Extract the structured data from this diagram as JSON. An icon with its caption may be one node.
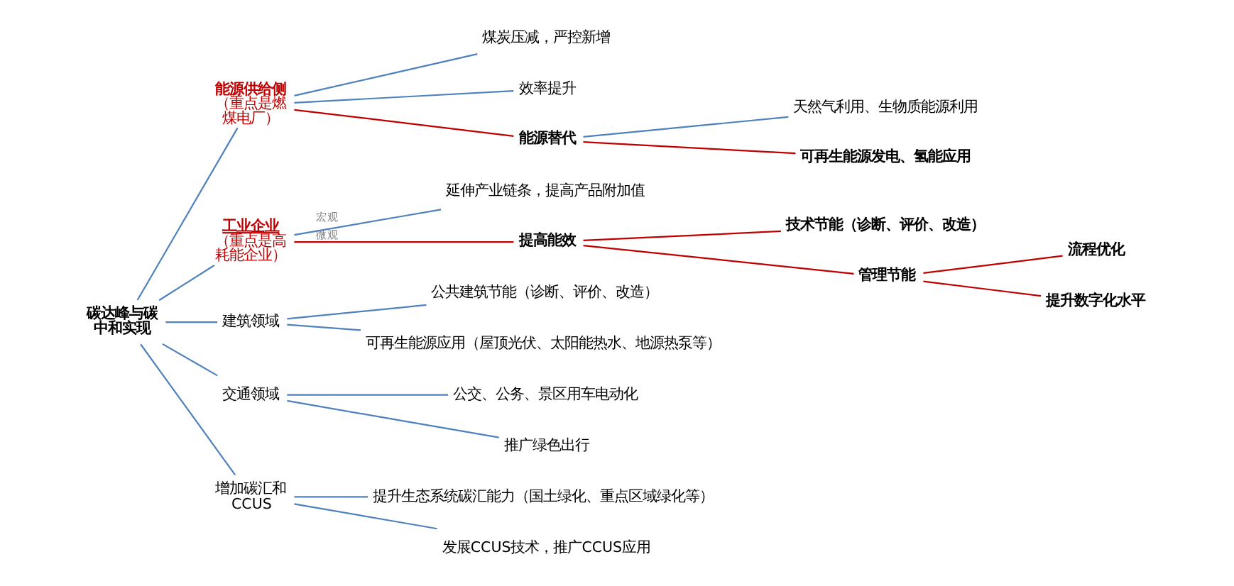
{
  "diagram": {
    "nodes": [
      {
        "text": [
          "碳达峰与碳中和实现"
        ]
      },
      {
        "text": [
          "能源供给侧",
          "（重点是燃煤电厂）"
        ]
      },
      {
        "text": [
          "煤炭压减，严控新增"
        ]
      },
      {
        "text": [
          "效率提升"
        ]
      },
      {
        "text": [
          "能源替代"
        ]
      },
      {
        "text": [
          "天然气利用、生物质能源利用"
        ]
      },
      {
        "text": [
          "可再生能源发电、氢能应用"
        ]
      },
      {
        "text": [
          "工业企业",
          "（重点是高耗能企业）"
        ]
      },
      {
        "text": [
          "延伸产业链条，提高产品附加值"
        ]
      },
      {
        "text": [
          "提高能效"
        ]
      },
      {
        "text": [
          "技术节能（诊断、评价、改造）"
        ]
      },
      {
        "text": [
          "管理节能"
        ]
      },
      {
        "text": [
          "流程优化"
        ]
      },
      {
        "text": [
          "提升数字化水平"
        ]
      },
      {
        "text": [
          "建筑领域"
        ]
      },
      {
        "text": [
          "公共建筑节能（诊断、评价、改造）"
        ]
      },
      {
        "text": [
          "可再生能源应用（屋顶光伏、太阳能热水、地源热泵等）"
        ]
      },
      {
        "text": [
          "交通领域"
        ]
      },
      {
        "text": [
          "公交、公务、景区用车电动化"
        ]
      },
      {
        "text": [
          "推广绿色出行"
        ]
      },
      {
        "text": [
          "增加碳汇和CCUS"
        ]
      },
      {
        "text": [
          "提升生态系统碳汇能力（国土绿化、重点区域绿化等）"
        ]
      },
      {
        "text": [
          "发展CCUS技术，推广CCUS应用"
        ]
      }
    ],
    "edges": [
      {
        "from": 0,
        "to": 1,
        "arrow": "none"
      },
      {
        "from": 0,
        "to": 7,
        "arrow": "none"
      },
      {
        "from": 0,
        "to": 14,
        "arrow": "none"
      },
      {
        "from": 0,
        "to": 17,
        "arrow": "none"
      },
      {
        "from": 0,
        "to": 20,
        "arrow": "none"
      },
      {
        "from": 1,
        "to": 2,
        "arrow": "none"
      },
      {
        "from": 1,
        "to": 3,
        "arrow": "none"
      },
      {
        "from": 1,
        "to": 4,
        "arrow": "none",
        "color": "#c00000"
      },
      {
        "from": 4,
        "to": 5,
        "arrow": "none"
      },
      {
        "from": 4,
        "to": 6,
        "arrow": "none",
        "color": "#c00000"
      },
      {
        "from": 7,
        "to": 8,
        "arrow": "none",
        "label": "宏观"
      },
      {
        "from": 7,
        "to": 9,
        "arrow": "none",
        "label": "微观",
        "color": "#c00000"
      },
      {
        "from": 9,
        "to": 10,
        "arrow": "none",
        "color": "#c00000"
      },
      {
        "from": 9,
        "to": 11,
        "arrow": "none",
        "color": "#c00000"
      },
      {
        "from": 11,
        "to": 12,
        "arrow": "none",
        "color": "#c00000"
      },
      {
        "from": 11,
        "to": 13,
        "arrow": "none",
        "color": "#c00000"
      },
      {
        "from": 14,
        "to": 15,
        "arrow": "none"
      },
      {
        "from": 14,
        "to": 16,
        "arrow": "none"
      },
      {
        "from": 17,
        "to": 18,
        "arrow": "none"
      },
      {
        "from": 17,
        "to": 19,
        "arrow": "none"
      },
      {
        "from": 20,
        "to": 21,
        "arrow": "none"
      },
      {
        "from": 20,
        "to": 22,
        "arrow": "none"
      }
    ]
  }
}
